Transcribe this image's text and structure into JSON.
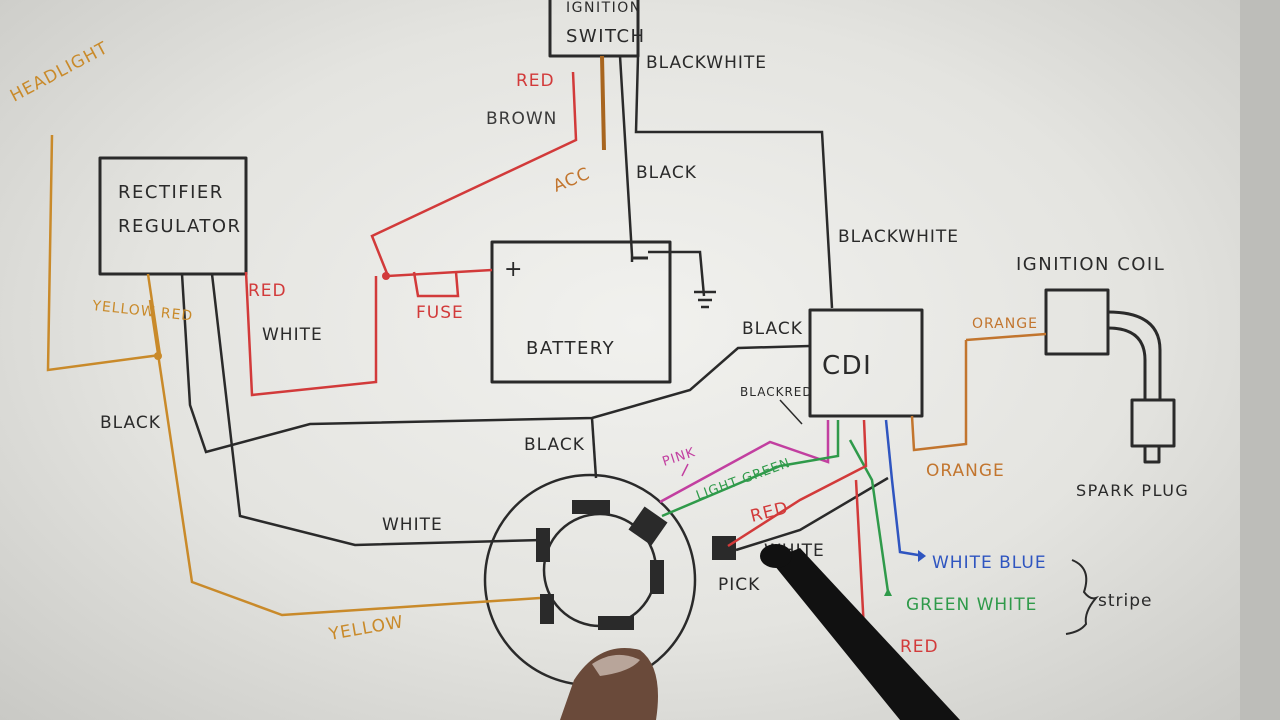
{
  "components": {
    "ignition_switch": [
      "IGNITION",
      "SWITCH"
    ],
    "rectifier": [
      "RECTIFIER",
      "REGULATOR"
    ],
    "battery": "BATTERY",
    "battery_plus": "+",
    "cdi": "CDI",
    "ignition_coil": "IGNITION COIL",
    "spark_plug": "SPARK PLUG",
    "headlight": "HEADLIGHT",
    "fuse": "FUSE",
    "pickup": "PICK"
  },
  "wire_labels": {
    "red_switch": "RED",
    "brown": "BROWN",
    "acc": "ACC",
    "black_white_top": "BLACKWHITE",
    "black_switch": "BLACK",
    "black_white_cdi": "BLACKWHITE",
    "yellow_red": "YELLOW RED",
    "red_reg": "RED",
    "white_reg": "WHITE",
    "black_left": "BLACK",
    "black_cdi": "BLACK",
    "black_red": "BLACKRED",
    "black_stator": "BLACK",
    "pink": "PINK",
    "light_green": "LIGHT GREEN",
    "red_pickup": "RED",
    "white_pickup": "WHITE",
    "white_stator": "WHITE",
    "yellow": "YELLOW",
    "orange_coil": "ORANGE",
    "orange_cdi": "ORANGE",
    "white_blue": "WHITE BLUE",
    "green_white": "GREEN WHITE",
    "red_bottom": "RED",
    "stripe": "stripe"
  },
  "colors": {
    "ink": "#2a2a2a",
    "red": "#d23a3a",
    "brown": "#a8651f",
    "yellow": "#c98a2a",
    "orange": "#c2752e",
    "pink": "#c23fa0",
    "green": "#2f9a4a",
    "blue": "#2f55c0"
  }
}
